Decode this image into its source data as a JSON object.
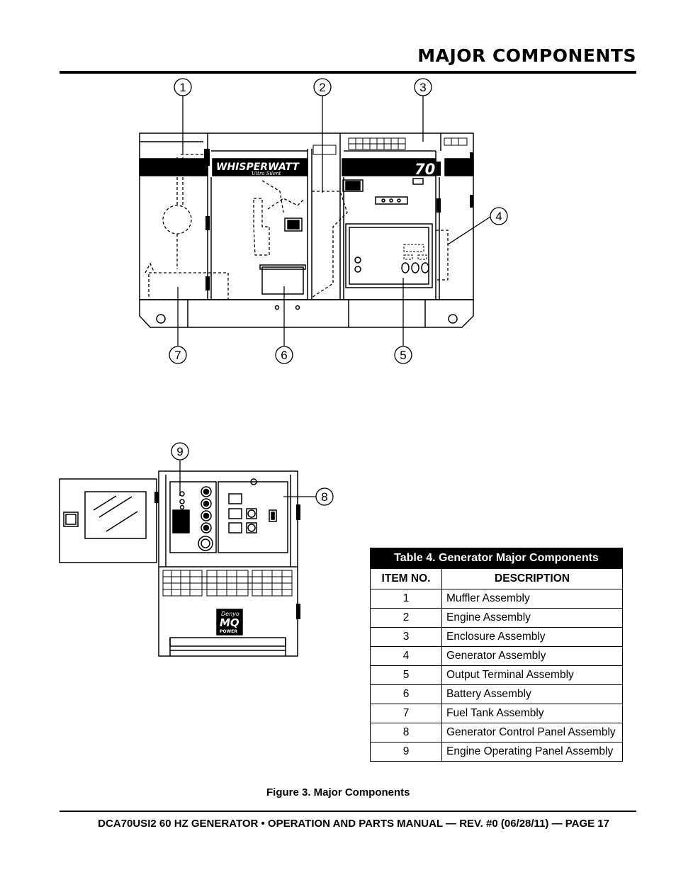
{
  "header": {
    "title": "MAJOR COMPONENTS"
  },
  "figure": {
    "badge_text": "WHISPERWATT",
    "badge_subtext": "Ultra Silent",
    "model_number": "70",
    "logo_top": "Denyo",
    "logo_mid": "MQ",
    "logo_bottom": "POWER",
    "callouts": [
      "1",
      "2",
      "3",
      "4",
      "5",
      "6",
      "7",
      "8",
      "9"
    ],
    "caption": "Figure 3. Major Components"
  },
  "table": {
    "title": "Table 4. Generator Major Components",
    "columns": [
      "ITEM NO.",
      "DESCRIPTION"
    ],
    "rows": [
      {
        "item": "1",
        "description": "Muffler Assembly"
      },
      {
        "item": "2",
        "description": "Engine Assembly"
      },
      {
        "item": "3",
        "description": "Enclosure Assembly"
      },
      {
        "item": "4",
        "description": "Generator Assembly"
      },
      {
        "item": "5",
        "description": "Output Terminal Assembly"
      },
      {
        "item": "6",
        "description": "Battery Assembly"
      },
      {
        "item": "7",
        "description": "Fuel Tank Assembly"
      },
      {
        "item": "8",
        "description": "Generator Control Panel Assembly"
      },
      {
        "item": "9",
        "description": "Engine Operating Panel Assembly"
      }
    ]
  },
  "footer": {
    "text": "DCA70USI2 60 HZ GENERATOR • OPERATION AND PARTS MANUAL — REV. #0 (06/28/11) — PAGE 17"
  }
}
